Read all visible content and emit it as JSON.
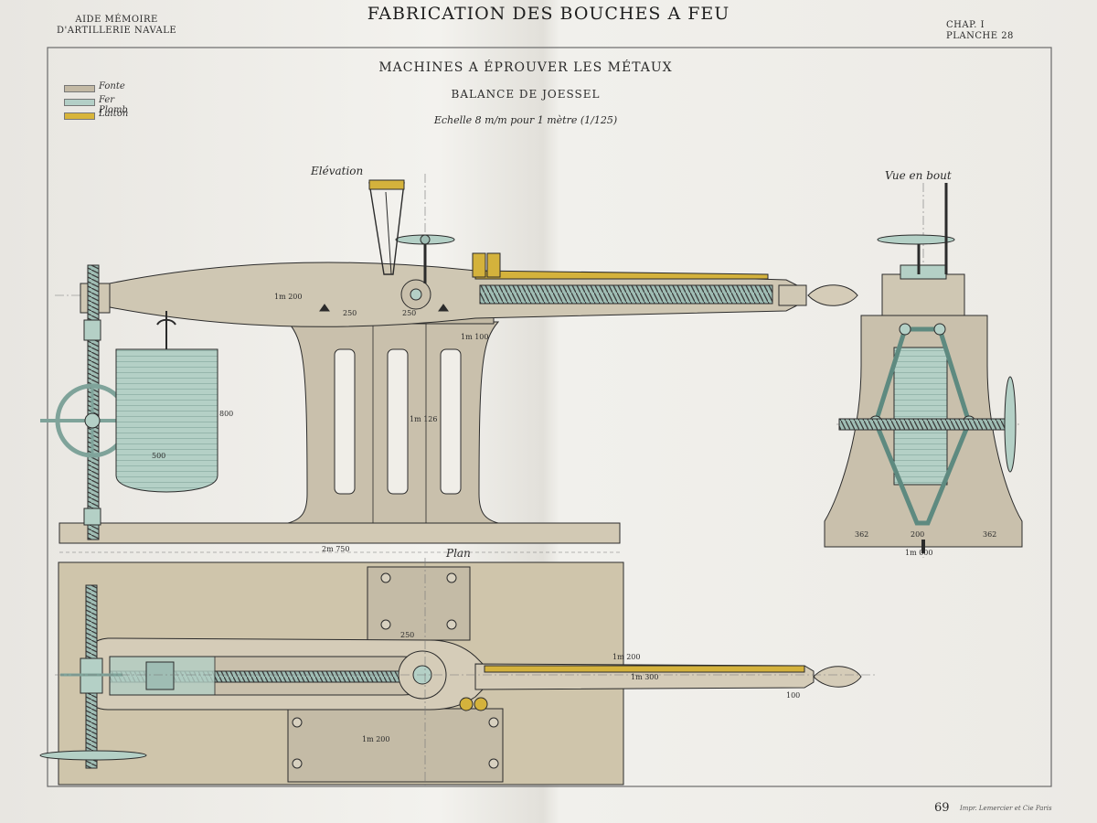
{
  "header": {
    "left_line1": "AIDE MÉMOIRE",
    "left_line2": "D'ARTILLERIE NAVALE",
    "title": "FABRICATION DES BOUCHES A FEU",
    "right_line1": "CHAP. I",
    "right_line2": "PLANCHE 28"
  },
  "titles": {
    "main": "MACHINES A ÉPROUVER LES MÉTAUX",
    "sub": "BALANCE DE JOESSEL",
    "scale": "Echelle 8 m/m pour 1 mètre (1/125)"
  },
  "legend": [
    {
      "label": "Fonte",
      "color": "#c3b9a4"
    },
    {
      "label": "Fer Plomb",
      "color": "#b3cfc7"
    },
    {
      "label": "Laiton",
      "color": "#d8b53a"
    }
  ],
  "views": {
    "elevation": "Elévation",
    "end_view": "Vue en bout",
    "plan": "Plan"
  },
  "dimensions": {
    "elev_base": "2m 750",
    "elev_lever": "1m 200",
    "elev_a": "250",
    "elev_b": "250",
    "elev_post": "1m 100",
    "elev_height": "1m 126",
    "weight_w": "500",
    "weight_h": "800",
    "end_l": "362",
    "end_c": "200",
    "end_r": "362",
    "end_base": "1m 000",
    "plan_a": "250",
    "plan_arm": "1m 300",
    "plan_bot": "1m 200",
    "plan_side": "1m 200",
    "plan_tip": "100"
  },
  "footer": {
    "page": "69",
    "imprint": "Impr. Lemercier et Cie Paris"
  },
  "colors": {
    "fonte": "#c9c0ac",
    "fer": "#b4d0c6",
    "laiton": "#d4b23c",
    "ink": "#2b2b2b",
    "plate": "#cfc5ab"
  }
}
